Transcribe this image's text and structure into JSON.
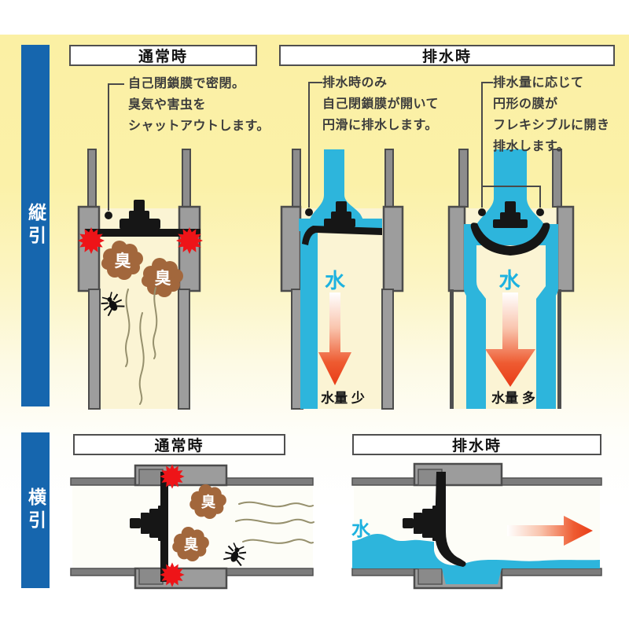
{
  "sections": {
    "vertical_label": "縦引",
    "horizontal_label": "横引"
  },
  "headers": {
    "vertical_normal": "通常時",
    "vertical_drain": "排水時",
    "horizontal_normal": "通常時",
    "horizontal_drain": "排水時"
  },
  "annotations": {
    "sealed": "自己閉鎖膜で密閉。\n臭気や害虫を\nシャットアウトします。",
    "drain_open": "排水時のみ\n自己閉鎖膜が開いて\n円滑に排水します。",
    "drain_flex": "排水量に応じて\n円形の膜が\nフレキシブルに開き\n排水します。"
  },
  "labels": {
    "water": "水",
    "volume_small": "水量 少",
    "volume_large": "水量 多",
    "odor": "臭"
  },
  "colors": {
    "bar_blue": "#1666ae",
    "bg_yellow": "#fbf0a4",
    "water": "#2db5dc",
    "water_text": "#1db2e0",
    "seal_red": "#ee1418",
    "arrow_red": "#e93c17",
    "odor_brown": "#a2673c",
    "pipe_gray": "#9d9d9d",
    "pipe_dark": "#4c4c4c"
  }
}
